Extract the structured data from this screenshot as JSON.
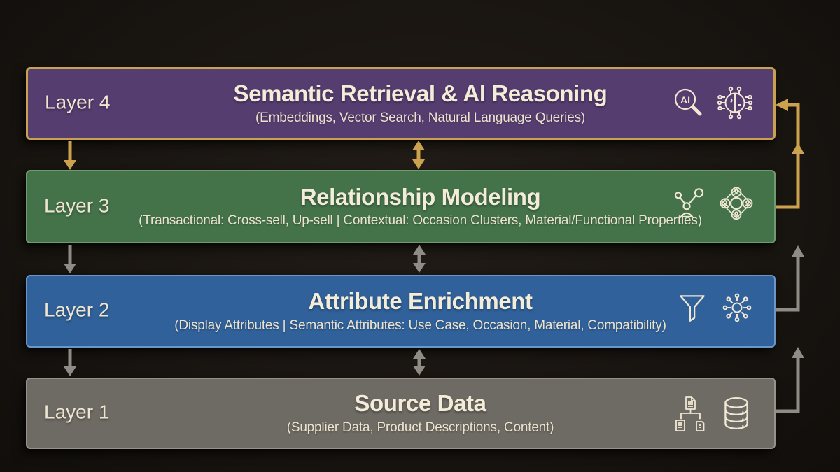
{
  "diagram": {
    "kind": "layered-architecture",
    "layers": [
      {
        "label": "Layer 4",
        "title": "Semantic Retrieval & AI Reasoning",
        "subtitle": "(Embeddings, Vector Search, Natural Language Queries)",
        "fill": "#553d70",
        "border": "#c9a24f",
        "icons": [
          "ai-search-icon",
          "ai-brain-circuit-icon"
        ]
      },
      {
        "label": "Layer 3",
        "title": "Relationship Modeling",
        "subtitle": "(Transactional: Cross-sell, Up-sell | Contextual: Occasion Clusters, Material/Functional Properties)",
        "fill": "#44734a",
        "border": "#719a70",
        "icons": [
          "person-network-icon",
          "people-cluster-icon"
        ]
      },
      {
        "label": "Layer 2",
        "title": "Attribute Enrichment",
        "subtitle": "(Display Attributes | Semantic Attributes: Use Case, Occasion, Material, Compatibility)",
        "fill": "#30619a",
        "border": "#6b97c6",
        "icons": [
          "funnel-icon",
          "hub-spoke-icon"
        ]
      },
      {
        "label": "Layer 1",
        "title": "Source Data",
        "subtitle": "(Supplier Data, Product Descriptions, Content)",
        "fill": "#6e6b64",
        "border": "#969289",
        "icons": [
          "document-flow-icon",
          "database-icon"
        ]
      }
    ],
    "colors": {
      "gold_arrow": "#cda24e",
      "gray_arrow": "#8f8c86",
      "text_cream": "#f3ecd9",
      "background": "#181410"
    }
  }
}
